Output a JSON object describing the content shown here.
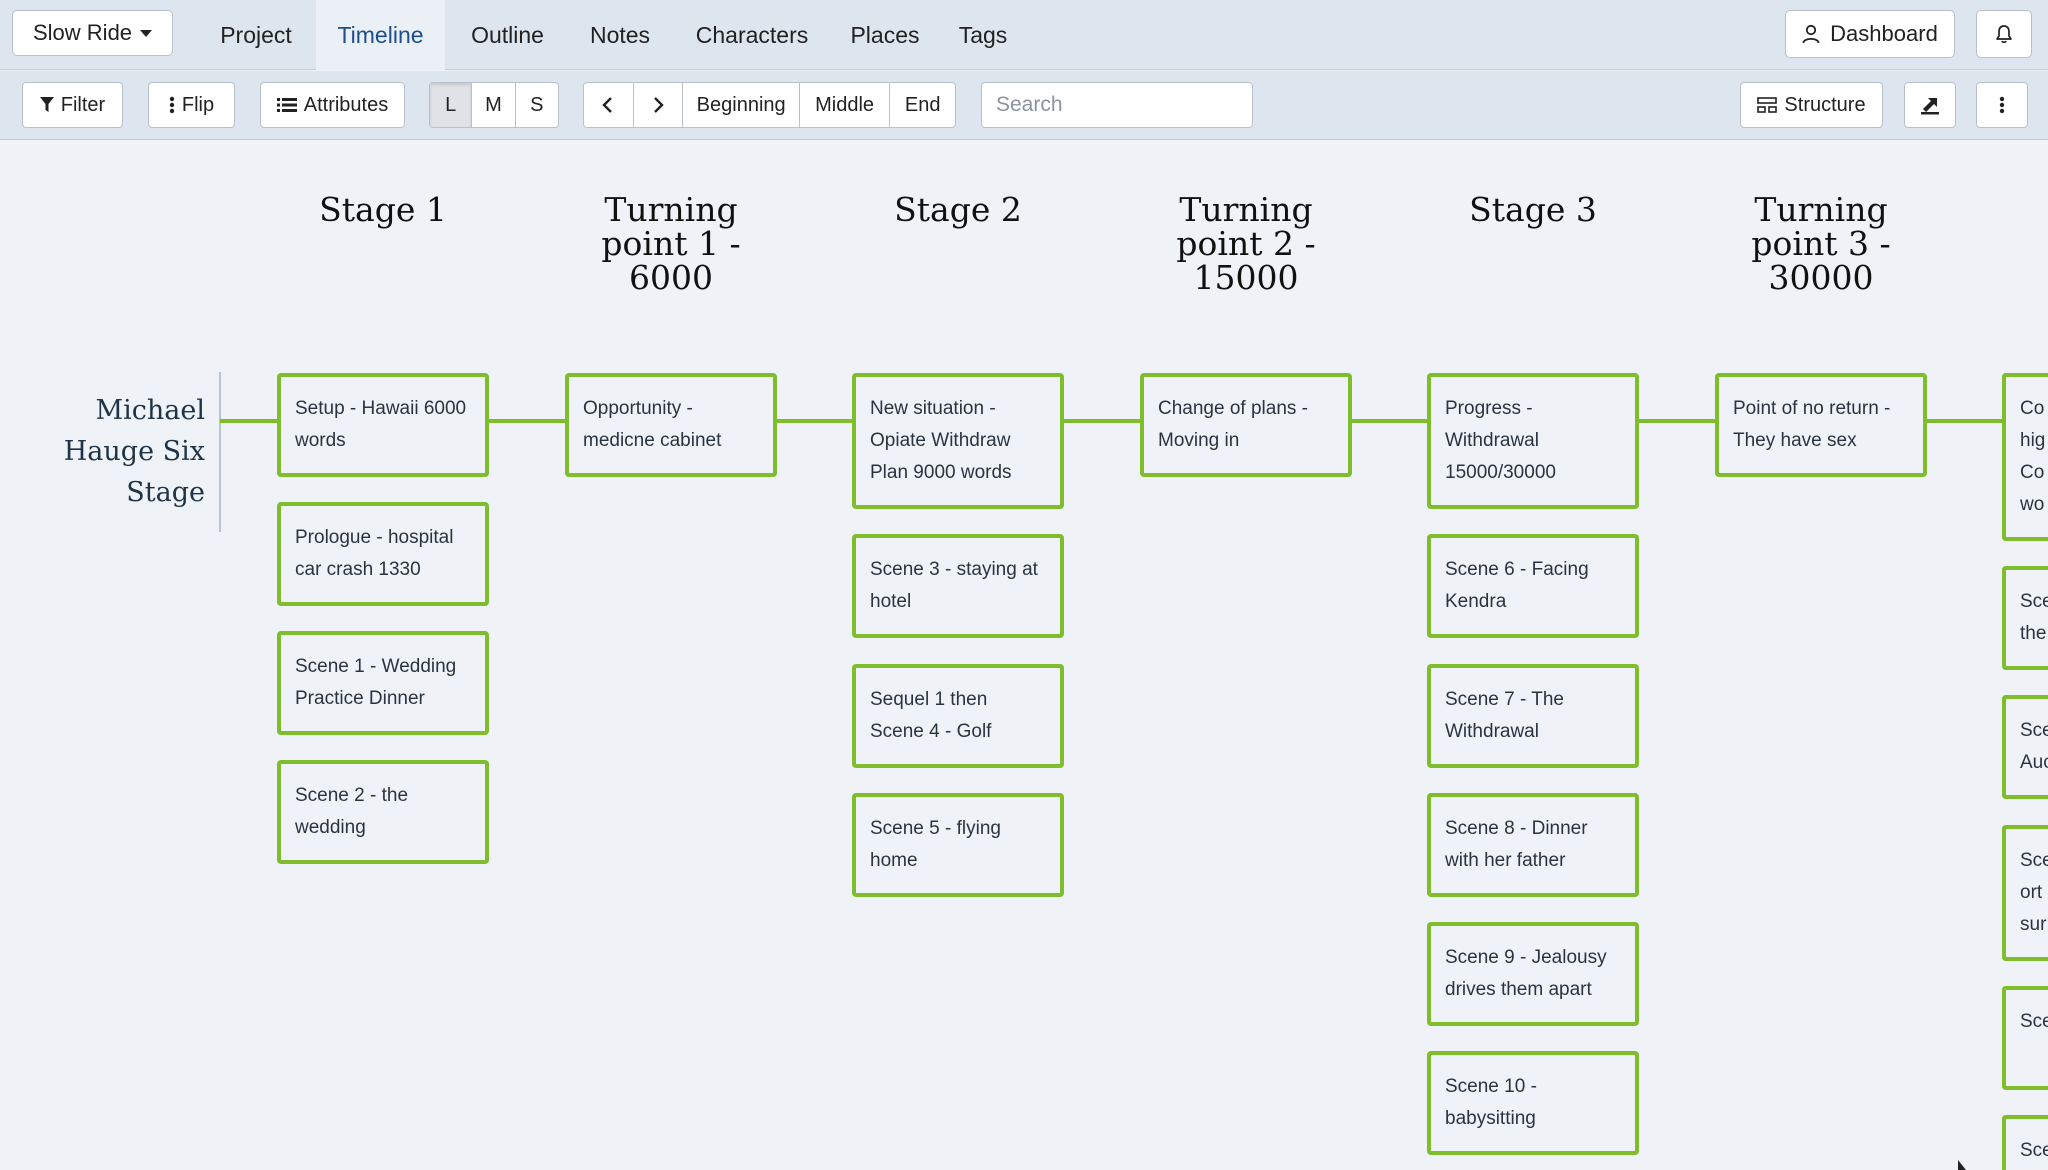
{
  "app": {
    "project_name": "Slow Ride"
  },
  "nav": {
    "tabs": [
      {
        "label": "Project"
      },
      {
        "label": "Timeline"
      },
      {
        "label": "Outline"
      },
      {
        "label": "Notes"
      },
      {
        "label": "Characters"
      },
      {
        "label": "Places"
      },
      {
        "label": "Tags"
      }
    ],
    "active_tab": "Timeline",
    "dashboard_label": "Dashboard"
  },
  "toolbar": {
    "filter_label": "Filter",
    "flip_label": "Flip",
    "attributes_label": "Attributes",
    "size_options": [
      "L",
      "M",
      "S"
    ],
    "size_selected": "L",
    "jump_options": [
      "Beginning",
      "Middle",
      "End"
    ],
    "search_placeholder": "Search",
    "structure_label": "Structure"
  },
  "timeline": {
    "row_label": "Michael Hauge Six Stage",
    "stages": [
      {
        "title": "Stage 1",
        "cards": [
          "Setup - Hawaii 6000 words",
          "Prologue - hospital car crash 1330",
          "Scene 1 - Wedding Practice Dinner",
          "Scene 2 - the wedding"
        ]
      },
      {
        "title": "Turning point 1 - 6000",
        "cards": [
          "Opportunity - medicne cabinet"
        ]
      },
      {
        "title": "Stage 2",
        "cards": [
          "New situation - Opiate Withdraw Plan 9000 words",
          "Scene 3 - staying at hotel",
          "Sequel 1 then Scene 4 - Golf",
          "Scene 5 - flying home"
        ]
      },
      {
        "title": "Turning point 2 - 15000",
        "cards": [
          "Change of plans - Moving in"
        ]
      },
      {
        "title": "Stage 3",
        "cards": [
          "Progress - Withdrawal 15000/30000",
          "Scene 6 - Facing Kendra",
          "Scene 7 - The Withdrawal",
          "Scene 8 - Dinner with her father",
          "Scene 9 - Jealousy drives them apart",
          "Scene 10 - babysitting"
        ]
      },
      {
        "title": "Turning point 3 - 30000",
        "cards": [
          "Point of no return - They have sex"
        ]
      }
    ],
    "partial_cards": [
      [
        "Co",
        "hig",
        "Co",
        "wo"
      ],
      [
        "Sce",
        "the"
      ],
      [
        "Sce",
        "Auc"
      ],
      [
        "Sce",
        "ort",
        "sur"
      ],
      [
        "Sce"
      ],
      [
        "Sce"
      ]
    ]
  },
  "colors": {
    "accent_green": "#7fbd2d",
    "active_tab_text": "#1c4f8f",
    "bar_background": "#dde5ee",
    "canvas_background": "#eff3f7"
  }
}
